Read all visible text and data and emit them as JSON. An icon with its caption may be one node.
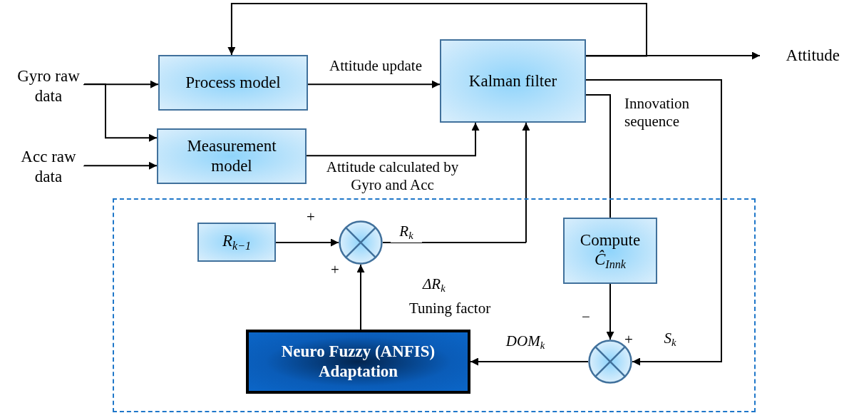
{
  "diagram": {
    "nodes": [
      {
        "text": [
          "Gyro raw data"
        ]
      },
      {
        "text": [
          "Acc raw data"
        ]
      },
      {
        "text": [
          "Process model"
        ]
      },
      {
        "text": [
          "Measurement model"
        ]
      },
      {
        "text": [
          "Kalman filter"
        ]
      },
      {
        "text": [
          "Attitude"
        ]
      },
      {
        "text": [],
        "shape": "box"
      },
      {
        "text": [
          "*R*$_{k−1}$"
        ],
        "in": 6
      },
      {
        "text": [],
        "shape": "circle",
        "in": 6
      },
      {
        "text": [
          "Compute",
          "*Ĉ*$_{Inn}$$_{k}$"
        ],
        "in": 6
      },
      {
        "text": [],
        "shape": "circle",
        "in": 6
      },
      {
        "text": [
          "Neuro Fuzzy (ANFIS) Adaptation"
        ],
        "in": 6
      }
    ],
    "edges": [
      {
        "from": 0,
        "to": 2,
        "arrow": "to"
      },
      {
        "from": 0,
        "to": 3,
        "arrow": "to"
      },
      {
        "from": 1,
        "to": 3,
        "arrow": "to"
      },
      {
        "from": 2,
        "to": 4,
        "arrow": "to",
        "label": "Attitude update"
      },
      {
        "from": 3,
        "to": 4,
        "arrow": "to",
        "label": "Attitude calculated by Gyro and Acc"
      },
      {
        "from": 4,
        "to": 5,
        "arrow": "to"
      },
      {
        "from": 4,
        "to": 2,
        "arrow": "to"
      },
      {
        "from": 4,
        "to": 9,
        "arrow": "none"
      },
      {
        "from": 4,
        "to": 10,
        "arrow": "to",
        "label": "*S*$_{k}$"
      },
      {
        "from": 7,
        "to": 8,
        "arrow": "to"
      },
      {
        "from": 8,
        "to": 4,
        "arrow": "to",
        "label": "*R*$_{k}$"
      },
      {
        "from": 11,
        "to": 8,
        "arrow": "to"
      },
      {
        "from": 9,
        "to": 10,
        "arrow": "to"
      },
      {
        "from": 10,
        "to": 11,
        "arrow": "to",
        "label": "*DOM*$_{k}$"
      }
    ],
    "labels": [
      "Innovation sequence",
      "+",
      "+",
      "*ΔR*$_{k}$",
      "Tuning factor",
      "−",
      "+"
    ]
  }
}
